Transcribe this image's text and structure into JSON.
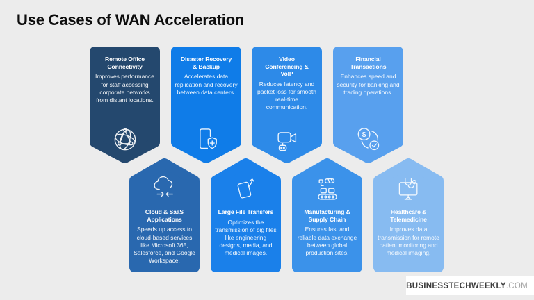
{
  "title": "Use Cases of WAN Acceleration",
  "colors": {
    "background": "#ececec",
    "title": "#0d0d0d",
    "card_text": "#ffffff",
    "brand_bg": "#ffffff",
    "brand_name": "#3d3d3d",
    "brand_tld": "#a2a2a2"
  },
  "cards": [
    {
      "title": "Remote Office\nConnectivity",
      "description": "Improves performance for staff accessing corporate networks from distant locations.",
      "icon": "globe-network-icon",
      "color": "#24486e",
      "row": "top"
    },
    {
      "title": "Disaster Recovery\n& Backup",
      "description": "Accelerates data replication and recovery between data centers.",
      "icon": "document-shield-icon",
      "color": "#0f7ce8",
      "row": "top"
    },
    {
      "title": "Video\nConferencing &\nVoIP",
      "description": "Reduces latency and packet loss for smooth real-time communication.",
      "icon": "video-camera-icon",
      "color": "#2d8ae8",
      "row": "top"
    },
    {
      "title": "Financial\nTransactions",
      "description": "Enhances speed and security for banking and trading operations.",
      "icon": "coin-check-icon",
      "color": "#58a0ee",
      "row": "top"
    },
    {
      "title": "Cloud & SaaS\nApplications",
      "description": "Speeds up access to cloud-based services like Microsoft 365, Salesforce, and Google Workspace.",
      "icon": "cloud-sync-icon",
      "color": "#2968af",
      "row": "bottom"
    },
    {
      "title": "Large File Transfers",
      "description": "Optimizes the transmission of big files like engineering designs, media, and medical images.",
      "icon": "file-upload-icon",
      "color": "#1a80ea",
      "row": "bottom"
    },
    {
      "title": "Manufacturing &\nSupply Chain",
      "description": "Ensures fast and reliable data exchange between global production sites.",
      "icon": "conveyor-belt-icon",
      "color": "#3b92ea",
      "row": "bottom"
    },
    {
      "title": "Healthcare &\nTelemedicine",
      "description": "Improves data transmission for remote patient monitoring and medical imaging.",
      "icon": "monitor-stethoscope-icon",
      "color": "#87bbf1",
      "row": "bottom"
    }
  ],
  "brand": {
    "name": "BUSINESSTECHWEEKLY",
    "tld": ".COM"
  }
}
